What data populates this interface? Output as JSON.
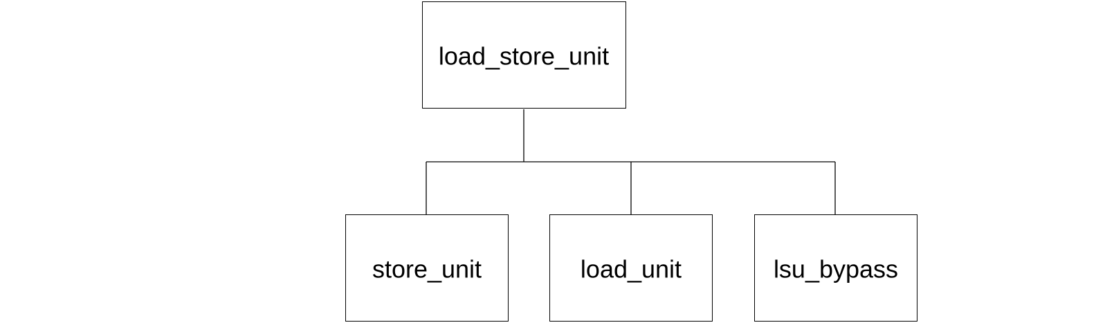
{
  "root": {
    "label": "load_store_unit"
  },
  "children": [
    {
      "label": "store_unit"
    },
    {
      "label": "load_unit"
    },
    {
      "label": "lsu_bypass"
    }
  ],
  "colors": {
    "background": "#ffffff",
    "stroke": "#000000",
    "text": "#000000"
  }
}
